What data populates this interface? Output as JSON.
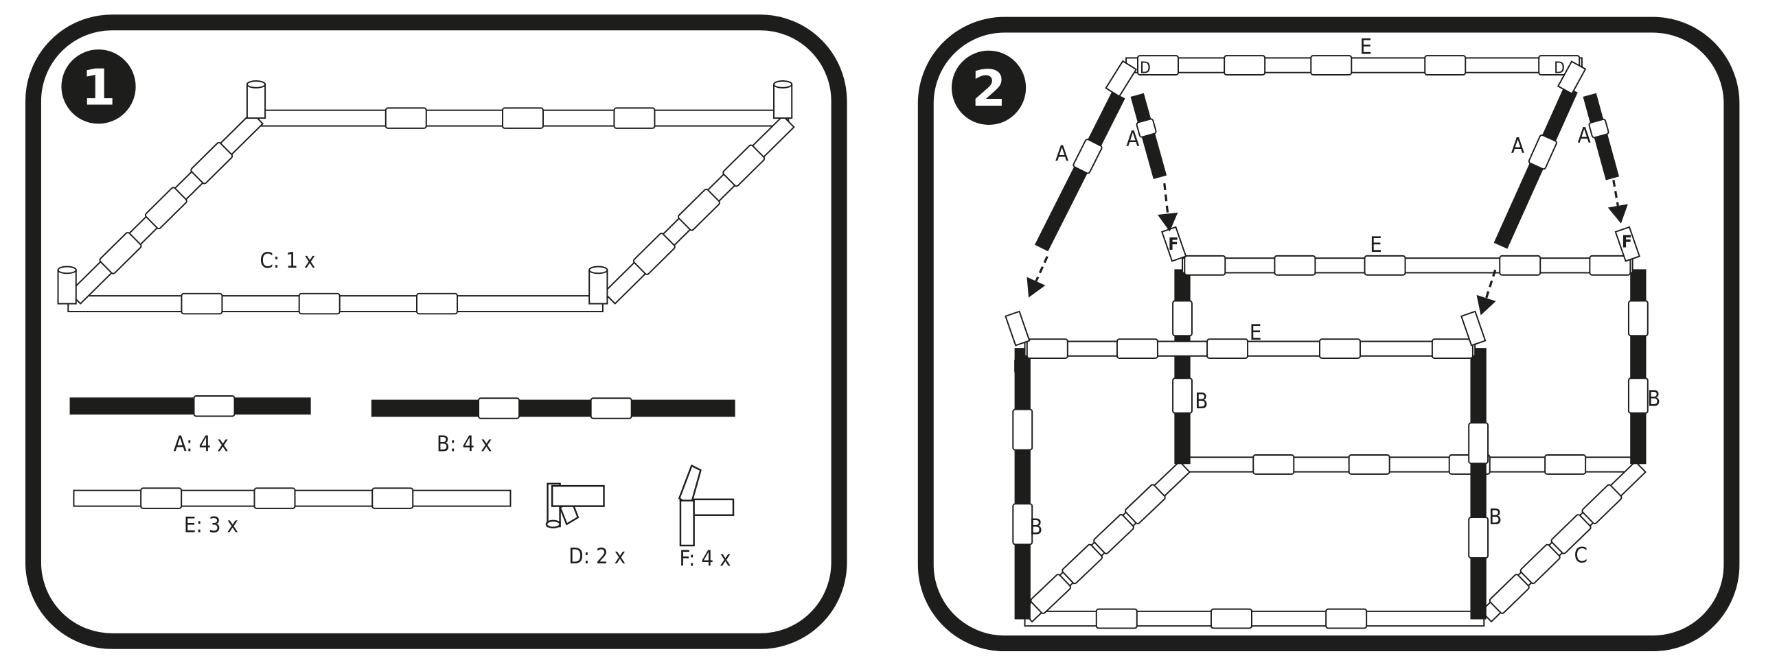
{
  "steps": [
    {
      "number": "1",
      "parts": {
        "frame_c": "C: 1 x",
        "pipe_a": "A: 4 x",
        "pipe_b": "B: 4 x",
        "pipe_e": "E: 3 x",
        "connector_d": "D: 2 x",
        "connector_f": "F: 4 x"
      }
    },
    {
      "number": "2",
      "labels": {
        "ridge_e": "E",
        "back_e": "E",
        "front_e": "E",
        "a": "A",
        "b": "B",
        "c": "C",
        "d": "D",
        "f": "F"
      }
    }
  ],
  "colors": {
    "frame": "#1d1d1b",
    "pipe_dark": "#1d1d1b",
    "pipe_light": "#ffffff"
  }
}
